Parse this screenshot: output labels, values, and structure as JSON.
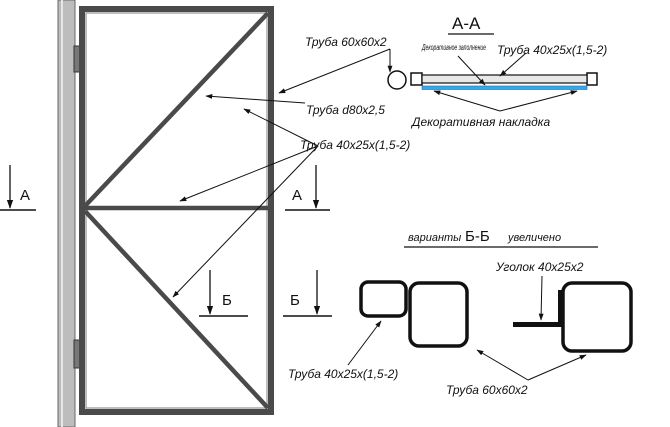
{
  "labels": {
    "pipe_60x60": "Труба 60х60х2",
    "section_aa": "А-А",
    "decorative_filling": "Декоративное заполнение",
    "pipe_40x25_top": "Труба 40х25х(1,5-2)",
    "pipe_d80": "Труба d80х2,5",
    "decorative_overlay": "Декоративная накладка",
    "pipe_40x25_mid": "Труба 40х25х(1,5-2)",
    "mark_a_left": "А",
    "mark_a_right": "А",
    "variants_prefix": "варианты",
    "variants_bb": "Б-Б",
    "variants_suffix": "увеличено",
    "angle_40x25": "Уголок 40х25х2",
    "mark_b_left": "Б",
    "mark_b_right": "Б",
    "pipe_40x25_bottom": "Труба 40х25х(1,5-2)",
    "pipe_60x60_bottom": "Труба 60х60х2"
  },
  "colors": {
    "frame": "#4a4a4a",
    "frame_inner": "#9a9a9a",
    "post": "#b8b8b8",
    "line": "#111111",
    "overlay_blue": "#38a8e8"
  }
}
